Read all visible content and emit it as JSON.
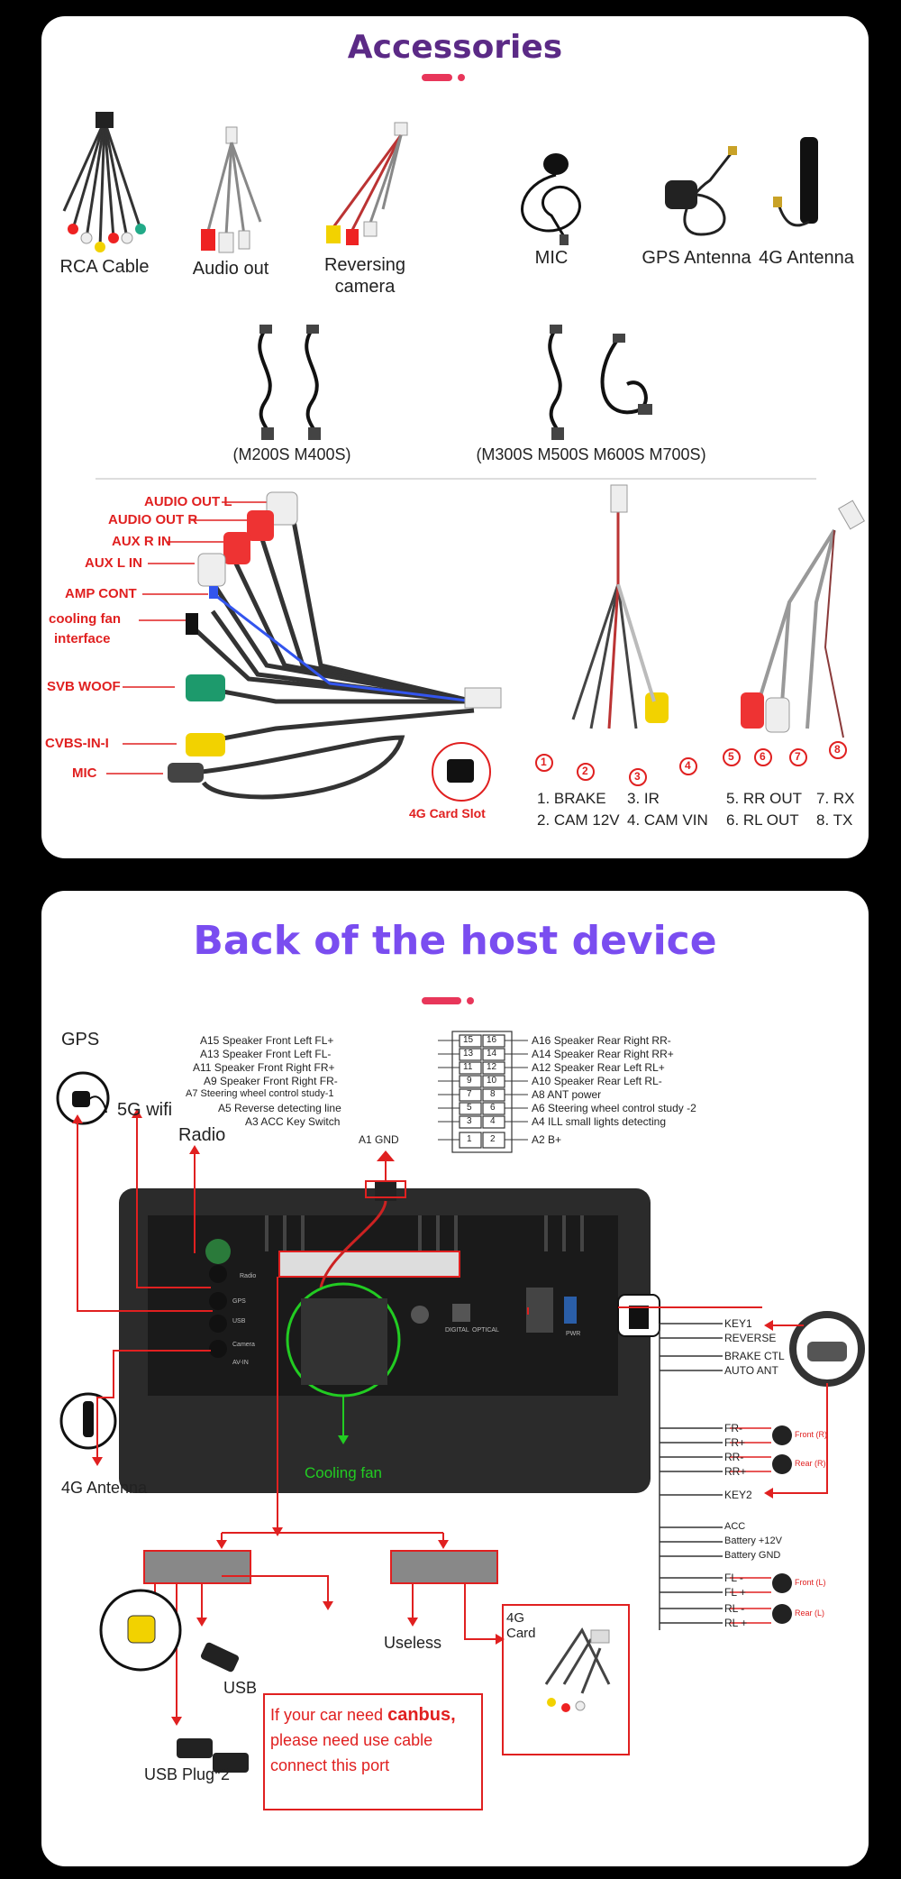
{
  "accessories": {
    "title": "Accessories",
    "items": [
      {
        "label": "RCA Cable"
      },
      {
        "label": "Audio out"
      },
      {
        "label": "Reversing camera"
      },
      {
        "label": "MIC"
      },
      {
        "label": "GPS Antenna"
      },
      {
        "label": "4G Antenna"
      }
    ],
    "usb_labels": [
      "(M200S M400S)",
      "(M300S M500S M600S M700S)"
    ],
    "harness_labels": [
      "AUDIO OUT L",
      "AUDIO OUT R",
      "AUX R IN",
      "AUX L IN",
      "AMP CONT",
      "cooling fan",
      "interface",
      "SVB WOOF",
      "CVBS-IN-I",
      "MIC"
    ],
    "card_slot_label": "4G Card Slot",
    "pin_numbers": [
      "1",
      "2",
      "3",
      "4",
      "5",
      "6",
      "7",
      "8"
    ],
    "pin_legend": [
      "1. BRAKE",
      "2. CAM 12V",
      "3. IR",
      "4. CAM VIN",
      "5. RR OUT",
      "6. RL OUT",
      "7. RX",
      "8. TX"
    ]
  },
  "back": {
    "title": "Back of the host device",
    "labels": {
      "gps": "GPS",
      "wifi": "5G wifi",
      "radio": "Radio",
      "antenna4g": "4G Antenna",
      "cooling_fan": "Cooling fan",
      "usb": "USB",
      "usb_plug": "USB Plug*2",
      "useless": "Useless",
      "card_4g": "4G Card"
    },
    "pins_left": [
      {
        "code": "A15",
        "name": "Speaker Front Left FL+",
        "num": "15"
      },
      {
        "code": "A13",
        "name": "Speaker Front Left FL-",
        "num": "13"
      },
      {
        "code": "A11",
        "name": "Speaker Front Right FR+",
        "num": "11"
      },
      {
        "code": "A9",
        "name": "Speaker Front Right FR-",
        "num": "9"
      },
      {
        "code": "A7",
        "name": "Steering wheel control study-1",
        "num": "7"
      },
      {
        "code": "A5",
        "name": "Reverse detecting line",
        "num": "5"
      },
      {
        "code": "A3",
        "name": "ACC Key Switch",
        "num": "3"
      },
      {
        "code": "A1",
        "name": "GND",
        "num": "1"
      }
    ],
    "pins_right": [
      {
        "code": "A16",
        "name": "Speaker Rear Right RR-",
        "num": "16"
      },
      {
        "code": "A14",
        "name": "Speaker Rear Right RR+",
        "num": "14"
      },
      {
        "code": "A12",
        "name": "Speaker Rear Left RL+",
        "num": "12"
      },
      {
        "code": "A10",
        "name": "Speaker Rear Left RL-",
        "num": "10"
      },
      {
        "code": "A8",
        "name": "ANT power",
        "num": "8"
      },
      {
        "code": "A6",
        "name": "Steering wheel control study -2",
        "num": "6"
      },
      {
        "code": "A4",
        "name": "ILL small lights detecting",
        "num": "4"
      },
      {
        "code": "A2",
        "name": "B+",
        "num": "2"
      }
    ],
    "wiring": [
      "KEY1",
      "REVERSE",
      "BRAKE CTL",
      "AUTO ANT",
      "FR-",
      "FR+",
      "RR-",
      "RR+",
      "KEY2",
      "ACC",
      "Battery +12V",
      "Battery GND",
      "FL -",
      "FL +",
      "RL -",
      "RL +"
    ],
    "speakers": [
      "Front (R)",
      "Rear (R)",
      "Front (L)",
      "Rear (L)"
    ],
    "canbus": {
      "line1a": "If your car need ",
      "line1b": "canbus,",
      "line2": "please need use cable",
      "line3": "connect this port"
    },
    "panel_labels": [
      "Radio",
      "GPS",
      "USB",
      "Camera",
      "AV-IN",
      "DIGITAL",
      "OPTICAL",
      "PWR"
    ]
  },
  "colors": {
    "title_accessories": "#5b2a86",
    "title_back": "#7a4df0",
    "accent": "#e8365a",
    "annotation": "#e02020",
    "fan": "#22cc22"
  }
}
